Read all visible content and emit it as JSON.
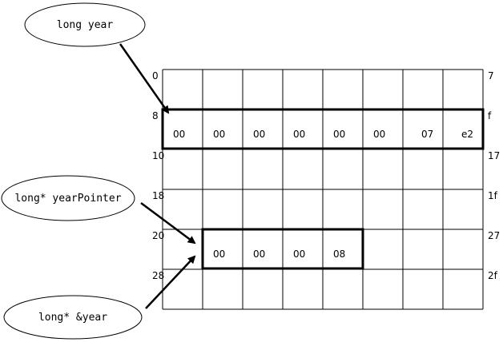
{
  "ellipses": {
    "long_year": "long year",
    "year_pointer": "long* yearPointer",
    "amp_year": "long* &year"
  },
  "row_labels_left": [
    "0",
    "8",
    "10",
    "18",
    "20",
    "28"
  ],
  "row_labels_right": [
    "7",
    "f",
    "17",
    "1f",
    "27",
    "2f"
  ],
  "year_bytes": [
    "00",
    "00",
    "00",
    "00",
    "00",
    "00",
    "07",
    "e2"
  ],
  "pointer_bytes": [
    "00",
    "00",
    "00",
    "08"
  ]
}
